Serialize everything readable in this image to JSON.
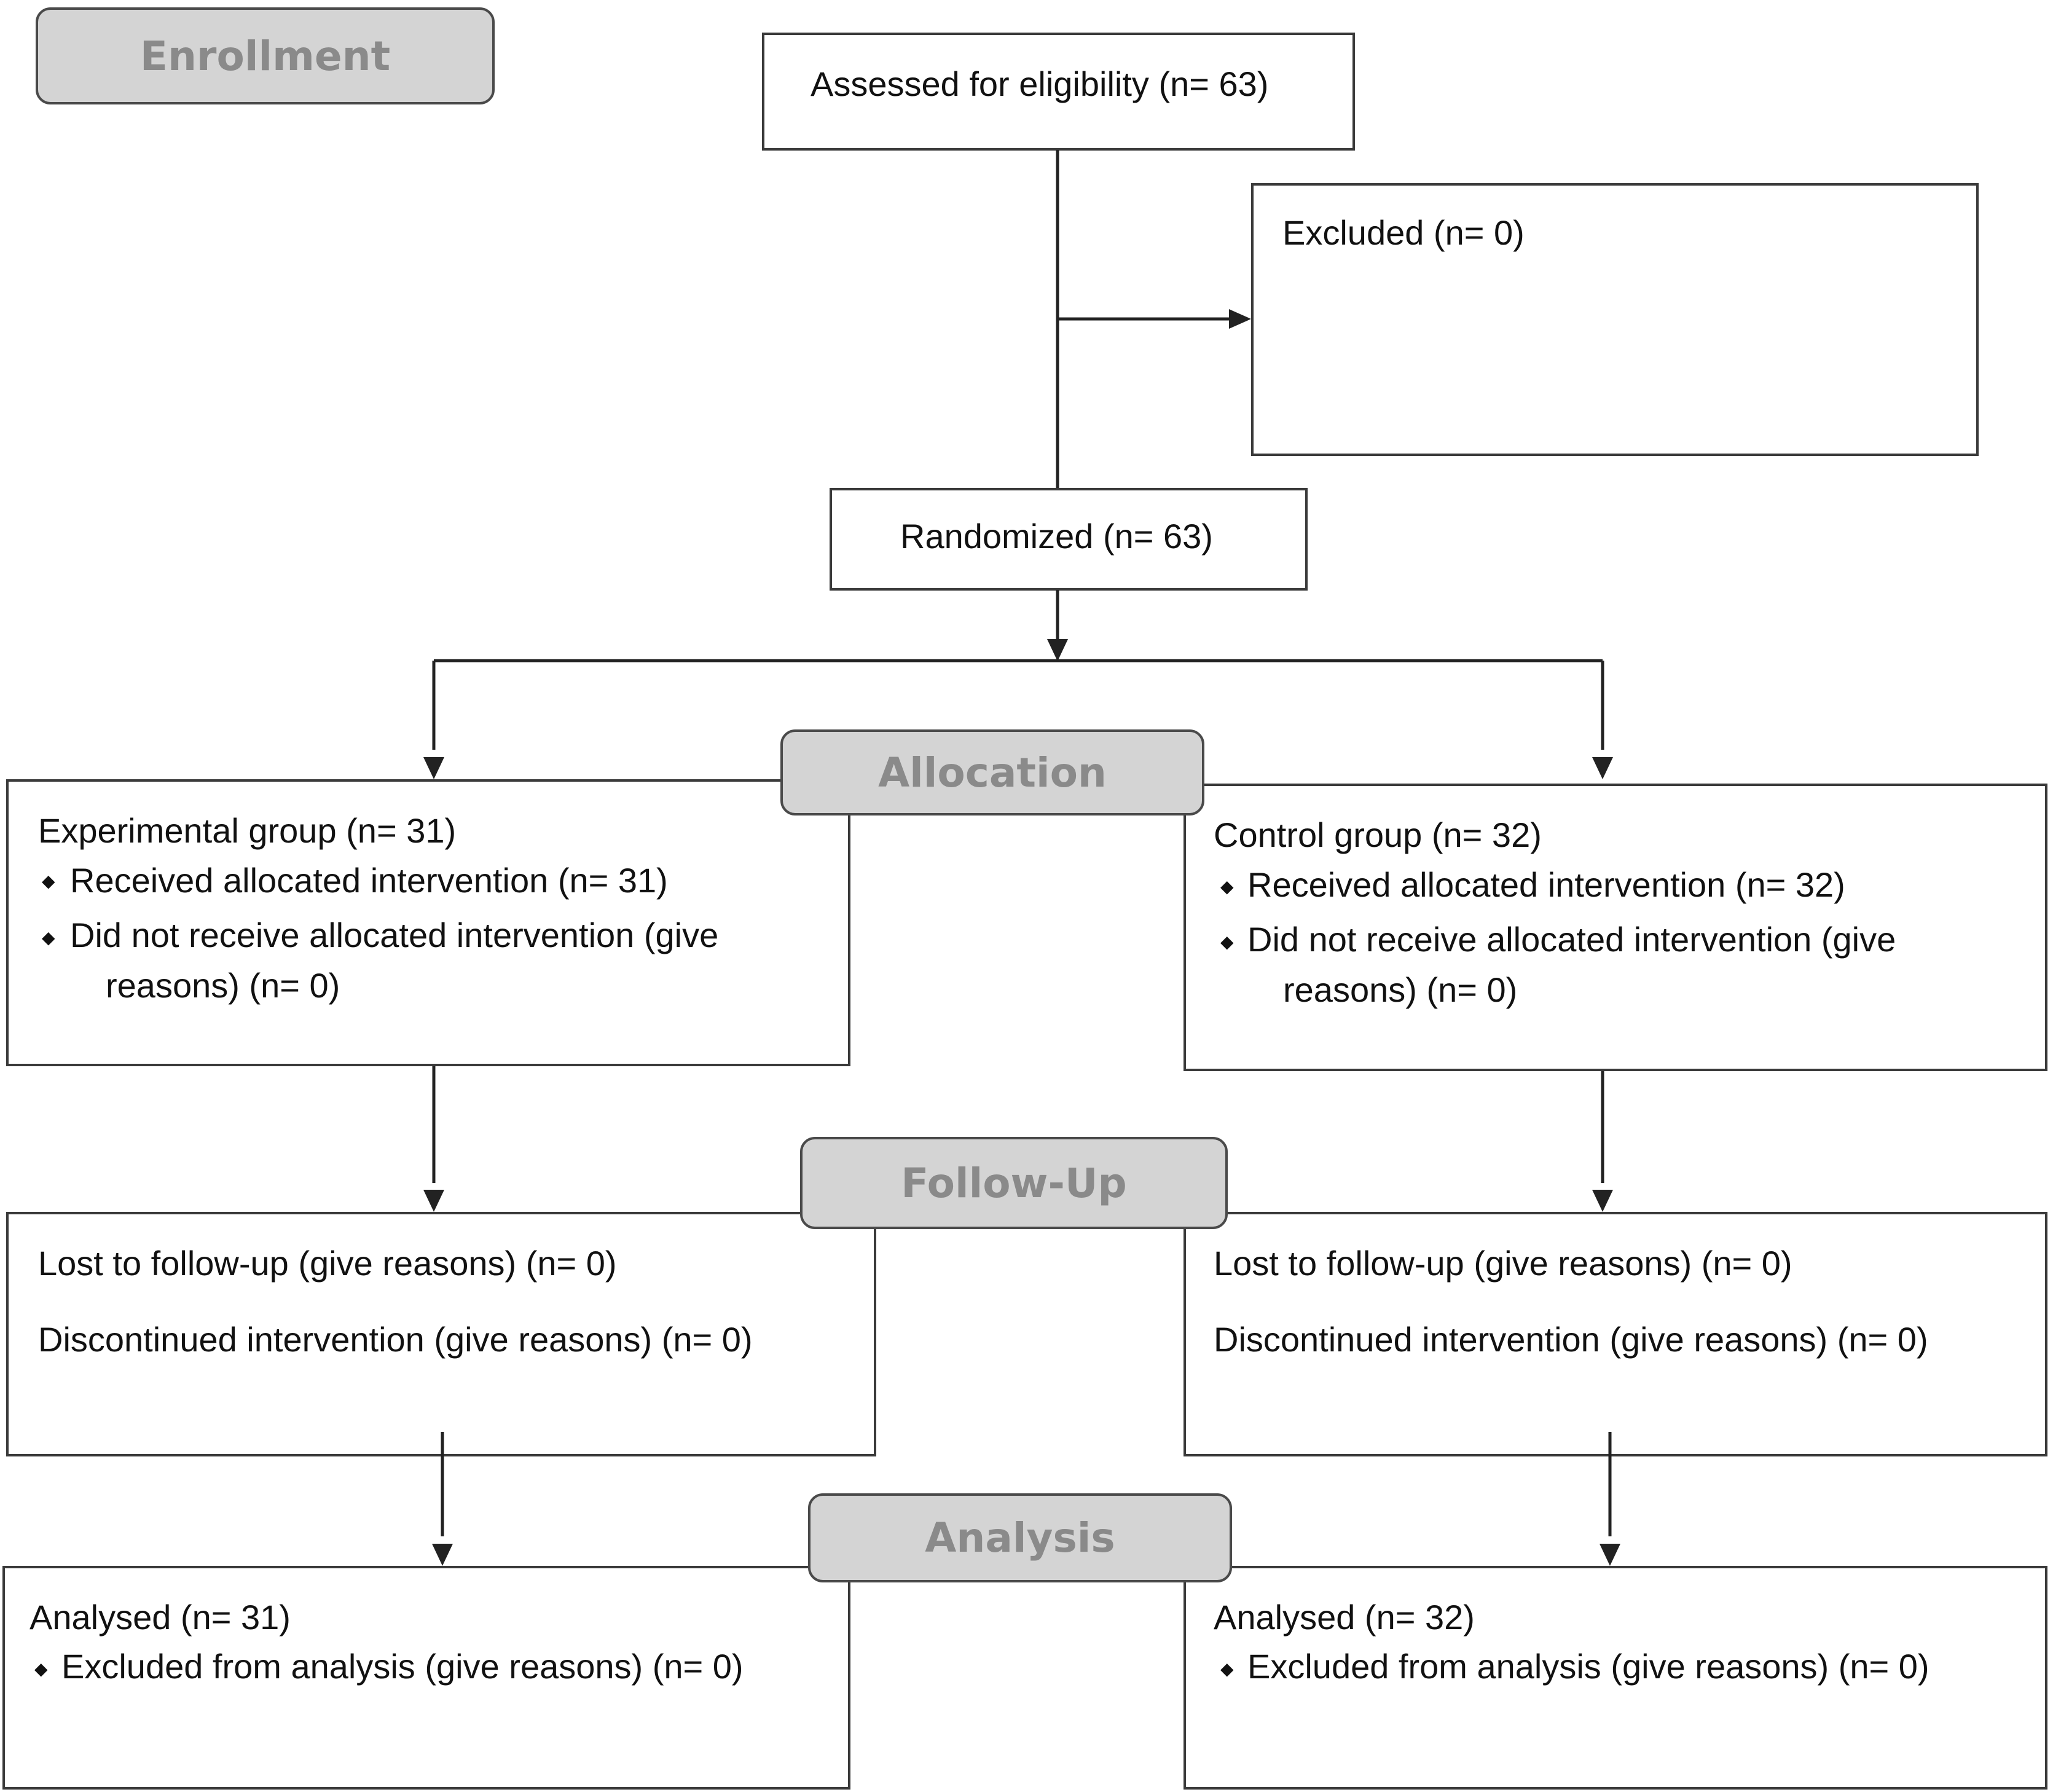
{
  "stages": {
    "enrollment": "Enrollment",
    "allocation": "Allocation",
    "follow_up": "Follow-Up",
    "analysis": "Analysis"
  },
  "enrollment": {
    "assessed": "Assessed for eligibility (n= 63)",
    "excluded": "Excluded (n= 0)",
    "randomized": "Randomized (n= 63)"
  },
  "experimental": {
    "allocation": {
      "group": "Experimental group (n=  31)",
      "received": "Received allocated intervention (n=  31)",
      "not_received_1": "Did not receive allocated intervention (give",
      "not_received_2": "reasons) (n=  0)"
    },
    "follow_up": {
      "lost": "Lost to follow-up (give reasons) (n=  0)",
      "discontinued": "Discontinued intervention (give reasons) (n=  0)"
    },
    "analysis": {
      "analysed": "Analysed  (n=  31)",
      "excluded": "Excluded from analysis (give reasons) (n=  0)"
    }
  },
  "control": {
    "allocation": {
      "group": "Control group (n=  32)",
      "received": "Received allocated intervention (n=  32)",
      "not_received_1": "Did not receive allocated intervention (give",
      "not_received_2": "reasons) (n=  0)"
    },
    "follow_up": {
      "lost": "Lost to follow-up (give reasons) (n=  0)",
      "discontinued": "Discontinued intervention (give reasons) (n=  0)"
    },
    "analysis": {
      "analysed": "Analysed  (n=  32)",
      "excluded": "Excluded from analysis (give reasons) (n=  0)"
    }
  }
}
